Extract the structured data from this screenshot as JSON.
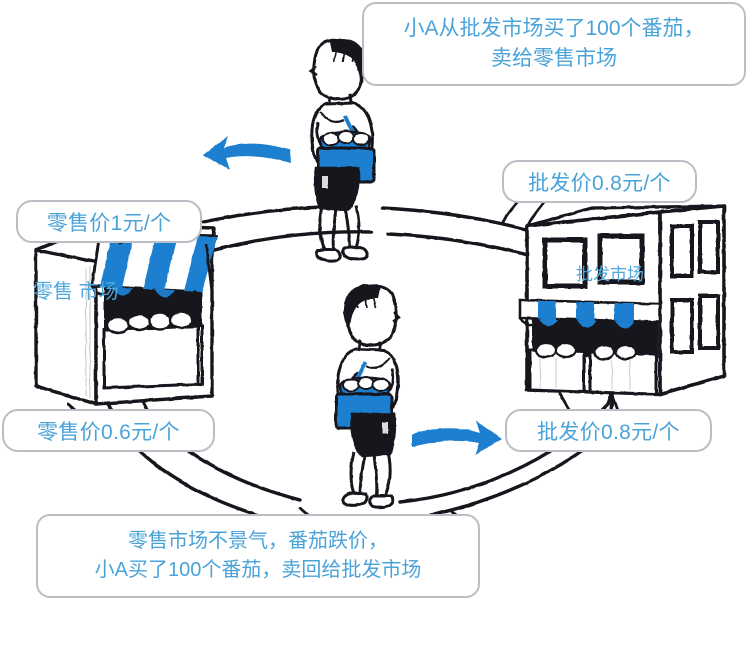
{
  "diagram": {
    "title_callout": {
      "name": "top-narration-callout",
      "lines": [
        "小A从批发市场买了100个番茄，",
        "卖给零售市场"
      ]
    },
    "bottom_callout": {
      "name": "bottom-narration-callout",
      "lines": [
        "零售市场不景气，番茄跌价，",
        "小A买了100个番茄，卖回给批发市场"
      ]
    },
    "price_tags": [
      {
        "id": "retail-price-1",
        "text": "零售价1元/个"
      },
      {
        "id": "retail-price-06",
        "text": "零售价0.6元/个"
      },
      {
        "id": "wholesale-price-top",
        "text": "批发价0.8元/个"
      },
      {
        "id": "wholesale-price-bottom",
        "text": "批发价0.8元/个"
      }
    ],
    "buildings": [
      {
        "id": "retail-market",
        "sign_lines": [
          "零售",
          "市场"
        ]
      },
      {
        "id": "wholesale-market",
        "sign_lines": [
          "批发市场"
        ]
      }
    ],
    "figures": [
      {
        "id": "figure-top",
        "direction": "left",
        "carries": "blue-basket-of-tomatoes"
      },
      {
        "id": "figure-bottom",
        "direction": "right",
        "carries": "blue-basket-of-tomatoes"
      }
    ],
    "arrows": [
      {
        "id": "arrow-left",
        "direction": "left"
      },
      {
        "id": "arrow-right",
        "direction": "right"
      }
    ],
    "colors": {
      "accent_blue": "#1f7fd0",
      "text_blue": "#49a3d8",
      "ink": "#12131a",
      "callout_border": "#b9bfc4",
      "background": "#ffffff"
    }
  }
}
